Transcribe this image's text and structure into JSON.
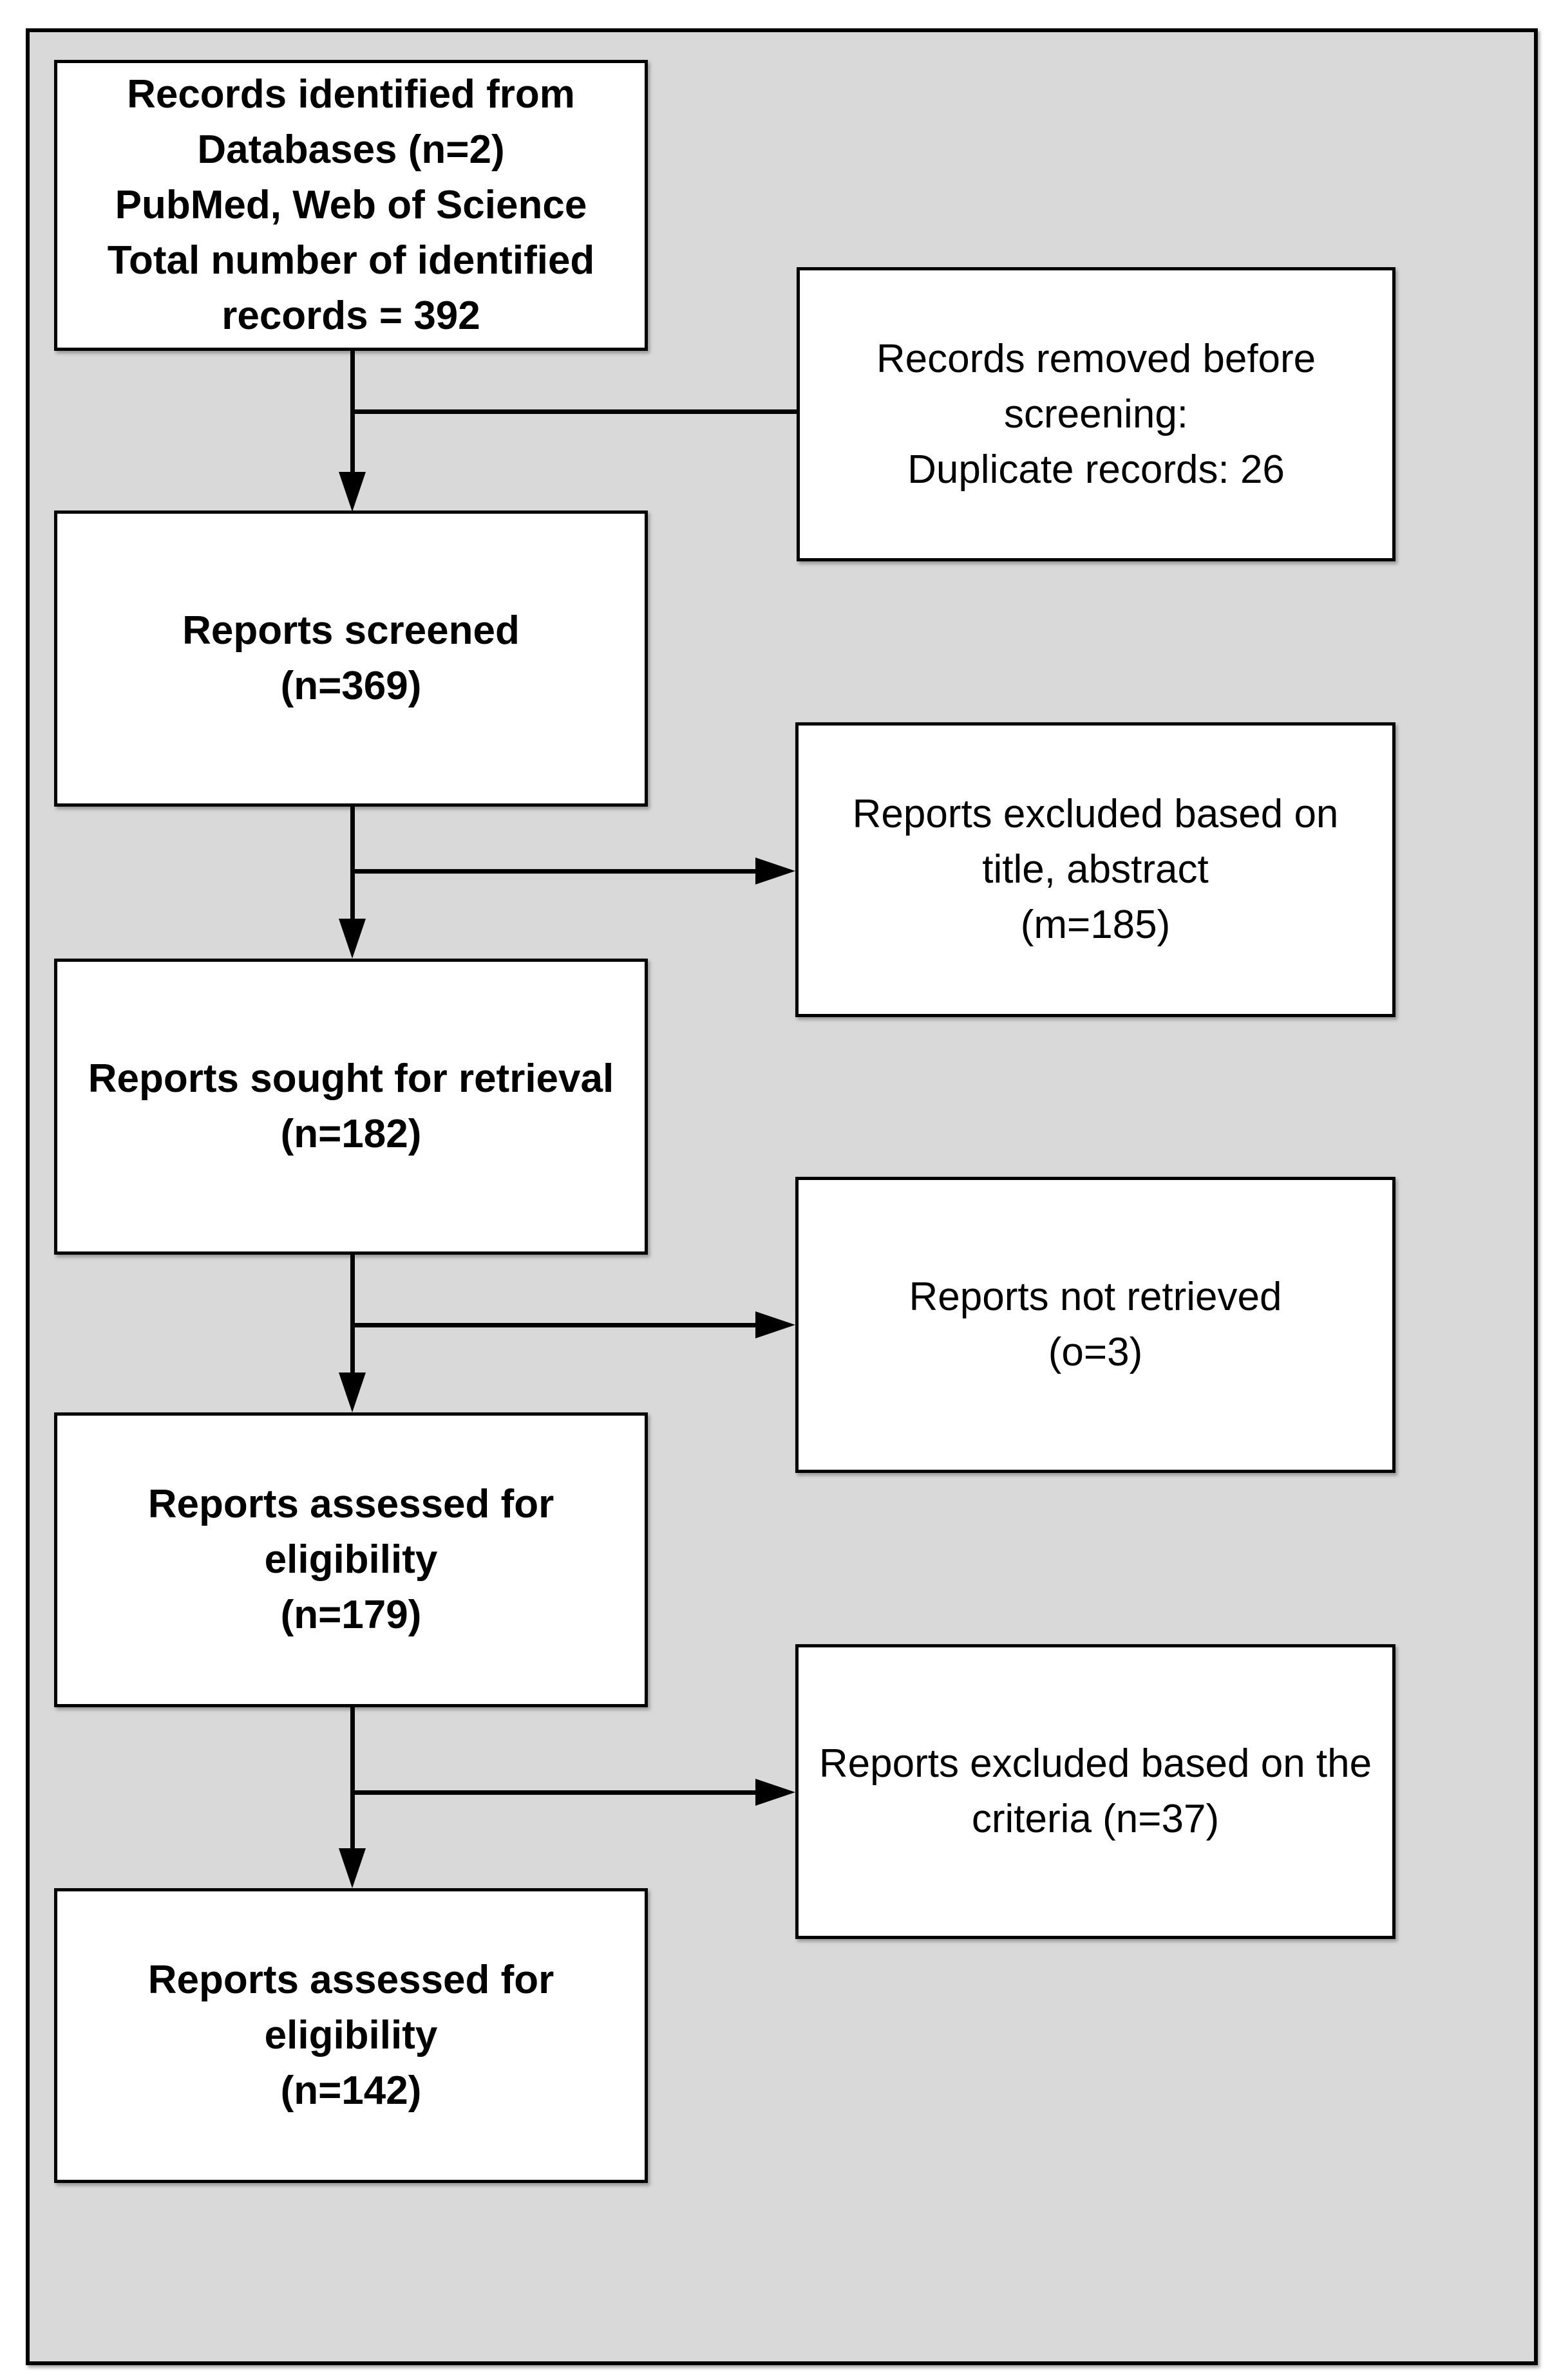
{
  "diagram": {
    "type": "prisma-flow-chart",
    "colors": {
      "page_background": "#ffffff",
      "frame_background": "#d9d9d9",
      "box_fill": "#ffffff",
      "line_color": "#000000",
      "text_color": "#000000"
    },
    "left_column": [
      {
        "id": "identified",
        "text": "Records identified from\nDatabases (n=2)\nPubMed, Web of Science\nTotal number of identified\nrecords = 392"
      },
      {
        "id": "screened",
        "text": "Reports screened\n(n=369)"
      },
      {
        "id": "sought",
        "text": "Reports sought for retrieval\n(n=182)"
      },
      {
        "id": "assessed",
        "text": "Reports assessed for eligibility\n(n=179)"
      },
      {
        "id": "included",
        "text": "Reports assessed for eligibility\n(n=142)"
      }
    ],
    "right_column": [
      {
        "id": "removed_before_screening",
        "text": "Records removed before\nscreening:\nDuplicate records: 26"
      },
      {
        "id": "excluded_title_abstract",
        "text": "Reports excluded based on\ntitle, abstract\n(m=185)"
      },
      {
        "id": "not_retrieved",
        "text": "Reports not retrieved\n(o=3)"
      },
      {
        "id": "excluded_criteria",
        "text": "Reports excluded based on the\ncriteria (n=37)"
      }
    ]
  }
}
